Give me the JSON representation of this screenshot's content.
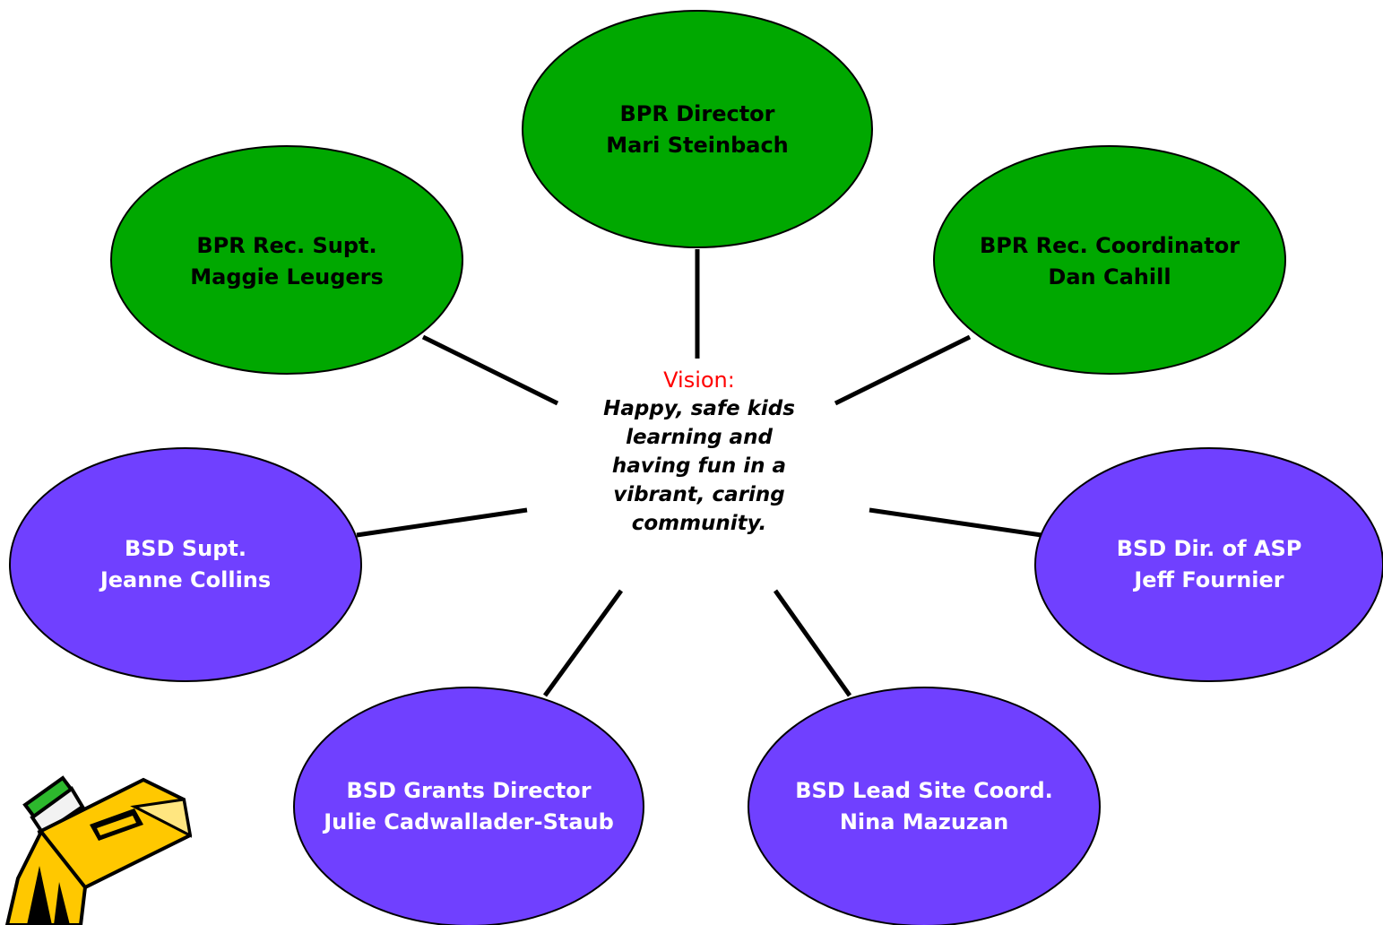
{
  "nodes": {
    "bpr_director": {
      "title": "BPR Director",
      "name": "Mari Steinbach",
      "color": "#00a800"
    },
    "bpr_rec_supt": {
      "title": "BPR Rec. Supt.",
      "name": "Maggie Leugers",
      "color": "#00a800"
    },
    "bpr_rec_coordinator": {
      "title": "BPR Rec. Coordinator",
      "name": "Dan Cahill",
      "color": "#00a800"
    },
    "bsd_supt": {
      "title": "BSD Supt.",
      "name": "Jeanne Collins",
      "color": "#7040ff"
    },
    "bsd_dir_asp": {
      "title": "BSD Dir. of ASP",
      "name": "Jeff Fournier",
      "color": "#7040ff"
    },
    "bsd_grants_director": {
      "title": "BSD Grants Director",
      "name": "Julie Cadwallader-Staub",
      "color": "#7040ff"
    },
    "bsd_lead_site_coord": {
      "title": "BSD Lead Site Coord.",
      "name": "Nina Mazuzan",
      "color": "#7040ff"
    }
  },
  "center": {
    "label": "Vision:",
    "lines": [
      "Happy, safe kids",
      "learning and",
      "having fun in a",
      "vibrant, caring",
      "community."
    ]
  },
  "icons": {
    "pencil": "pencil-icon"
  }
}
